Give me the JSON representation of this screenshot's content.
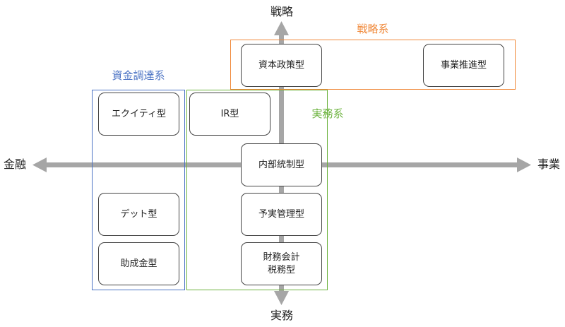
{
  "axes": {
    "top": "戦略",
    "bottom": "実務",
    "left": "金融",
    "right": "事業"
  },
  "groups": {
    "strategy": {
      "label": "戦略系",
      "color": "#f0893a"
    },
    "funding": {
      "label": "資金調達系",
      "color": "#4a72c4"
    },
    "operations": {
      "label": "実務系",
      "color": "#6cb33e"
    }
  },
  "boxes": {
    "capital_policy": "資本政策型",
    "business_promotion": "事業推進型",
    "equity": "エクイティ型",
    "ir": "IR型",
    "internal_control": "内部統制型",
    "debt": "デット型",
    "budget_management": "予実管理型",
    "grant": "助成金型",
    "finance_tax": "財務会計\n税務型"
  },
  "colors": {
    "axis": "#a6a6a6",
    "box_border": "#444444"
  }
}
